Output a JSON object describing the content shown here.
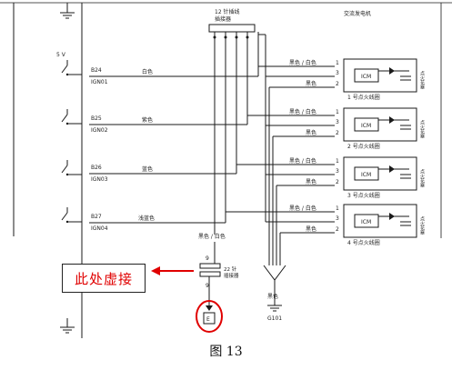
{
  "top_connector": {
    "label_line1": "12 针插线",
    "label_line2": "插接器"
  },
  "alternator_label": "交流发电机",
  "fuse_label": "5 V",
  "circuits": [
    {
      "code": "B24",
      "ign": "IGN01",
      "wire_color": "白色",
      "coil": "1 号点火线圈",
      "plug": "点火花塞"
    },
    {
      "code": "B25",
      "ign": "IGN02",
      "wire_color": "紫色",
      "coil": "2 号点火线圈",
      "plug": "点火花塞"
    },
    {
      "code": "B26",
      "ign": "IGN03",
      "wire_color": "蓝色",
      "coil": "3 号点火线圈",
      "plug": "点火花塞"
    },
    {
      "code": "B27",
      "ign": "IGN04",
      "wire_color": "浅蓝色",
      "coil": "4 号点火线圈",
      "plug": "点火花塞"
    }
  ],
  "coil_wire_upper": "黑色 / 白色",
  "coil_wire_lower": "黑色",
  "pin_numbers": [
    "1",
    "3",
    "2"
  ],
  "module_label": "ICM",
  "bottom_wire_color": "黑色 / 白色",
  "connector_22": {
    "pin_top": "9",
    "label_line1": "22 针",
    "label_line2": "插接器",
    "pin_bottom": "9"
  },
  "ground_wire_color": "黑色",
  "ground_label": "G101",
  "marked_box_label": "E",
  "callout_text": "此处虚接",
  "caption": "图 13",
  "colors": {
    "callout_red": "#e00000",
    "ink": "#1a1a1a"
  }
}
